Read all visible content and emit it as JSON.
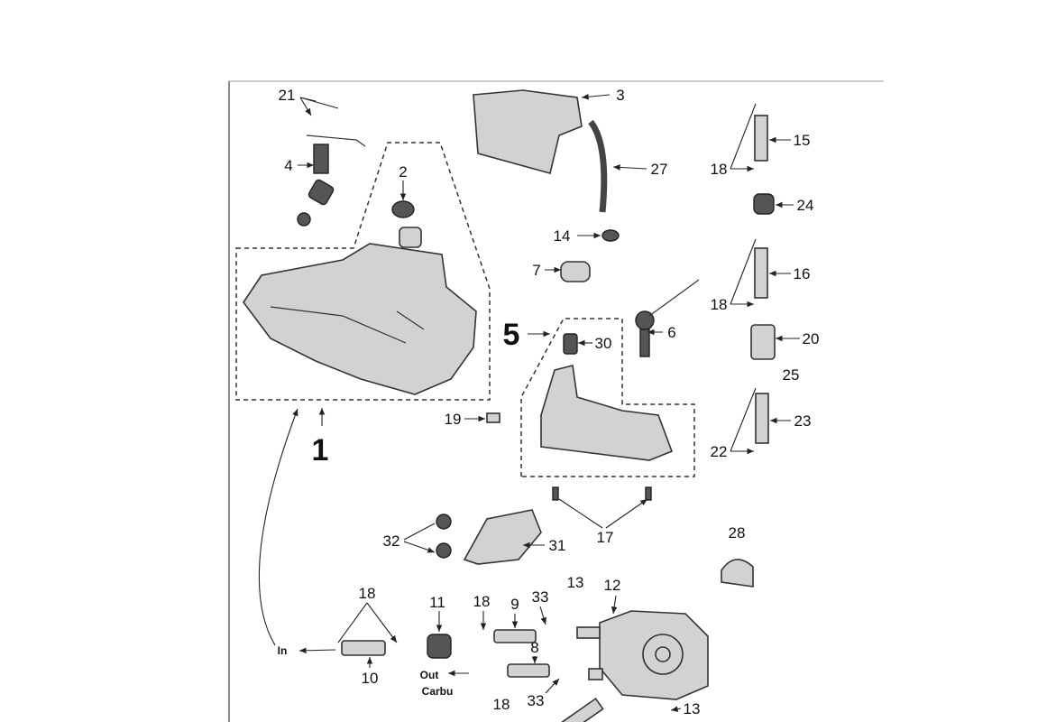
{
  "diagram": {
    "type": "exploded parts diagram",
    "labels": [
      "21",
      "4",
      "2",
      "3",
      "27",
      "15",
      "18",
      "24",
      "14",
      "7",
      "16",
      "18",
      "6",
      "5",
      "30",
      "20",
      "25",
      "19",
      "23",
      "22",
      "1",
      "28",
      "17",
      "32",
      "31",
      "18",
      "11",
      "18",
      "9",
      "33",
      "13",
      "12",
      "In",
      "8",
      "10",
      "Out",
      "Carbu",
      "18",
      "33",
      "13"
    ]
  }
}
